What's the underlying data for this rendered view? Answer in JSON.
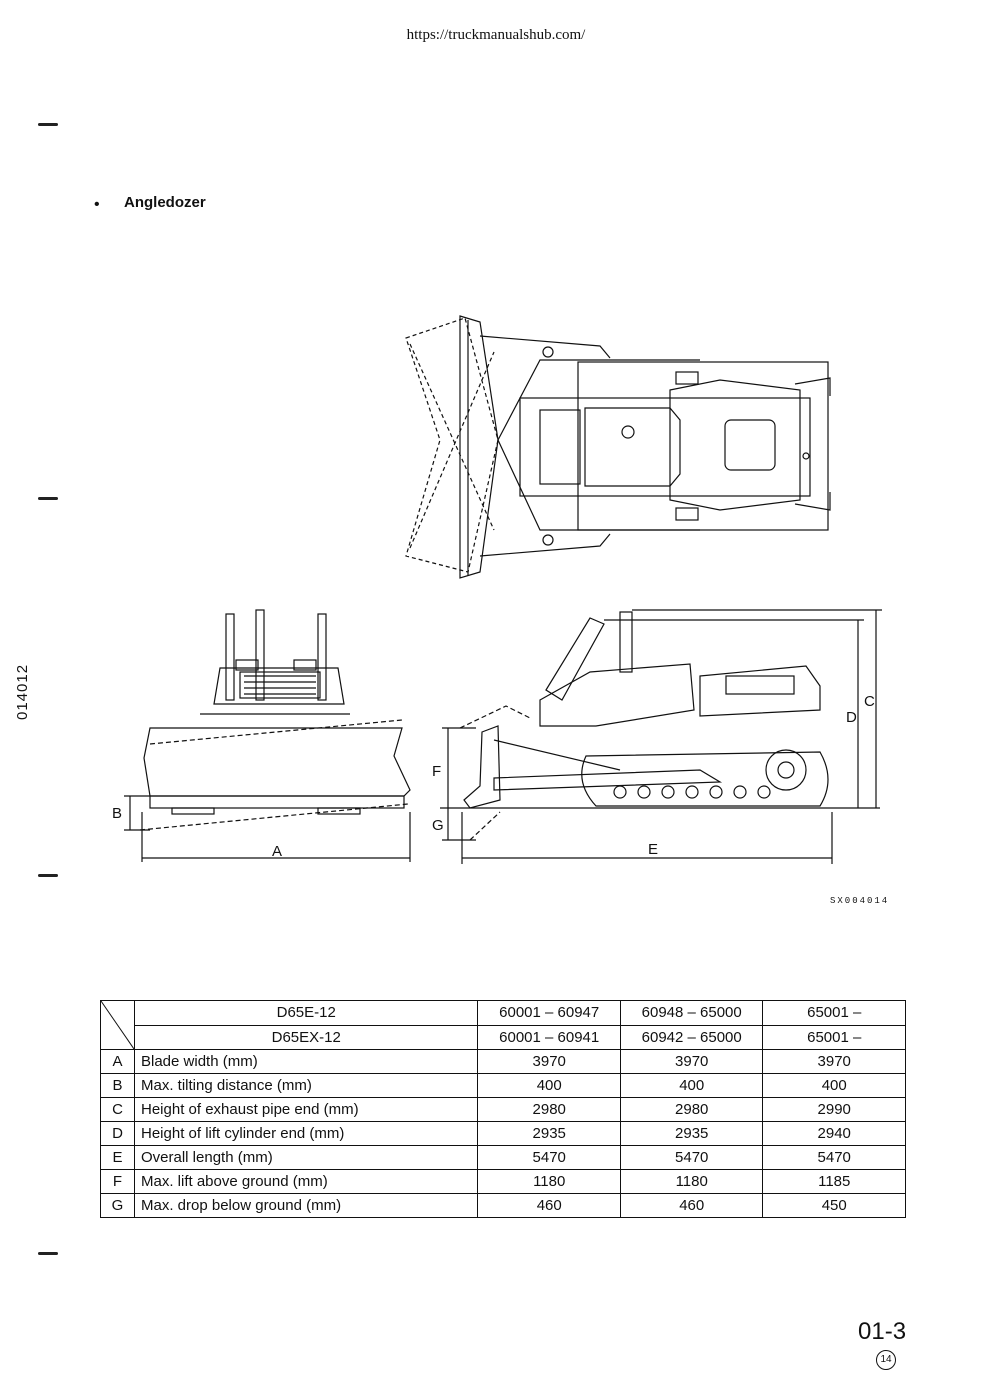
{
  "header": {
    "url": "https://truckmanualshub.com/"
  },
  "section": {
    "bullet": "•",
    "title": "Angledozer"
  },
  "side_code": "014012",
  "figure": {
    "code": "SX004014",
    "dimension_labels": {
      "A": "A",
      "B": "B",
      "C": "C",
      "D": "D",
      "E": "E",
      "F": "F",
      "G": "G"
    }
  },
  "table": {
    "models": [
      {
        "name": "D65E-12",
        "serials": [
          "60001 – 60947",
          "60948 – 65000",
          "65001 –"
        ]
      },
      {
        "name": "D65EX-12",
        "serials": [
          "60001 – 60941",
          "60942 – 65000",
          "65001 –"
        ]
      }
    ],
    "rows": [
      {
        "letter": "A",
        "item": "Blade width (mm)",
        "values": [
          "3970",
          "3970",
          "3970"
        ]
      },
      {
        "letter": "B",
        "item": "Max. tilting distance (mm)",
        "values": [
          "400",
          "400",
          "400"
        ]
      },
      {
        "letter": "C",
        "item": "Height of exhaust pipe end (mm)",
        "values": [
          "2980",
          "2980",
          "2990"
        ]
      },
      {
        "letter": "D",
        "item": "Height of lift cylinder end (mm)",
        "values": [
          "2935",
          "2935",
          "2940"
        ]
      },
      {
        "letter": "E",
        "item": "Overall length (mm)",
        "values": [
          "5470",
          "5470",
          "5470"
        ]
      },
      {
        "letter": "F",
        "item": "Max. lift above ground (mm)",
        "values": [
          "1180",
          "1180",
          "1185"
        ]
      },
      {
        "letter": "G",
        "item": "Max. drop below ground (mm)",
        "values": [
          "460",
          "460",
          "450"
        ]
      }
    ]
  },
  "footer": {
    "page": "01-3",
    "revision": "14"
  }
}
